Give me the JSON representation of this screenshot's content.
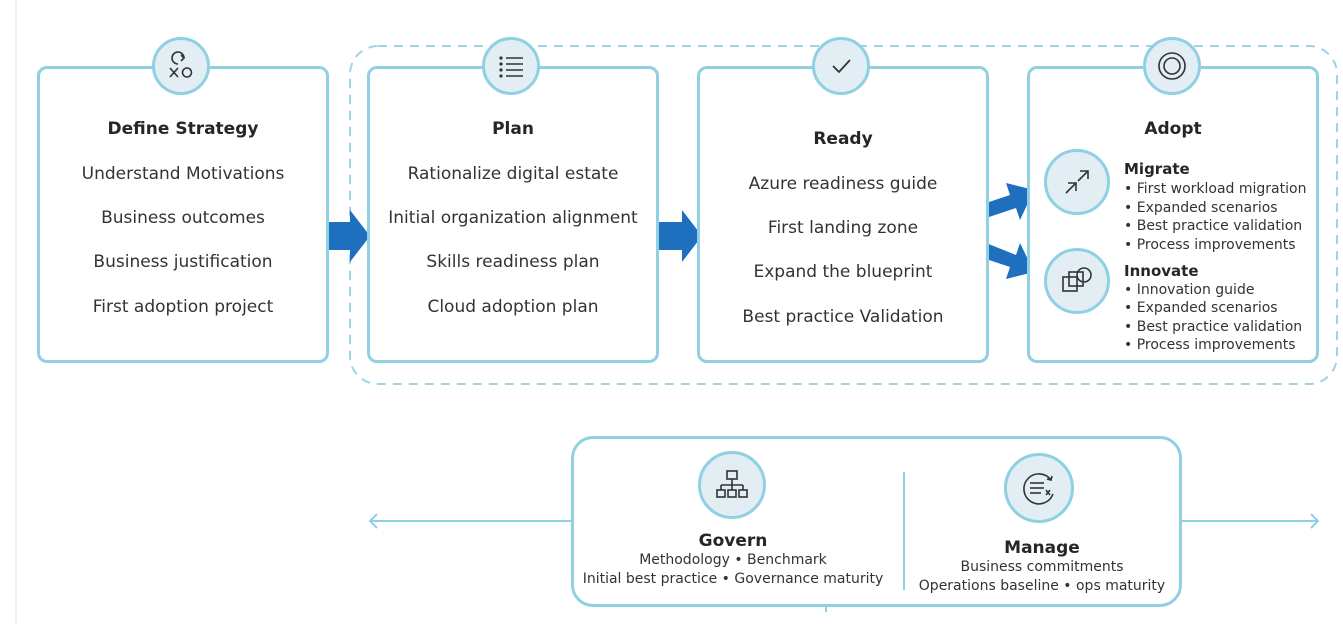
{
  "define_strategy": {
    "title": "Define Strategy",
    "icon": "strategy-xo-icon",
    "items": [
      "Understand Motivations",
      "Business outcomes",
      "Business justification",
      "First adoption project"
    ]
  },
  "plan": {
    "title": "Plan",
    "icon": "list-icon",
    "items": [
      "Rationalize digital estate",
      "Initial organization alignment",
      "Skills readiness plan",
      "Cloud adoption plan"
    ]
  },
  "ready": {
    "title": "Ready",
    "icon": "checkmark-icon",
    "items": [
      "Azure readiness guide",
      "First landing zone",
      "Expand the blueprint",
      "Best practice Validation"
    ]
  },
  "adopt": {
    "title": "Adopt",
    "icon": "adopt-circle-icon",
    "migrate": {
      "title": "Migrate",
      "icon": "migrate-arrows-icon",
      "items": [
        "First workload migration",
        "Expanded scenarios",
        "Best practice validation",
        "Process improvements"
      ]
    },
    "innovate": {
      "title": "Innovate",
      "icon": "innovate-squares-icon",
      "items": [
        "Innovation guide",
        "Expanded scenarios",
        "Best practice validation",
        "Process improvements"
      ]
    }
  },
  "govern": {
    "title": "Govern",
    "icon": "org-chart-icon",
    "line1": "Methodology • Benchmark",
    "line2": "Initial best practice • Governance maturity"
  },
  "manage": {
    "title": "Manage",
    "icon": "manage-cycle-icon",
    "line1": "Business commitments",
    "line2": "Operations baseline • ops maturity"
  },
  "colors": {
    "border": "#8fd0e3",
    "circle_fill": "#e2eef3",
    "arrow": "#1f6fbf",
    "dashed": "#9fd3e6"
  }
}
